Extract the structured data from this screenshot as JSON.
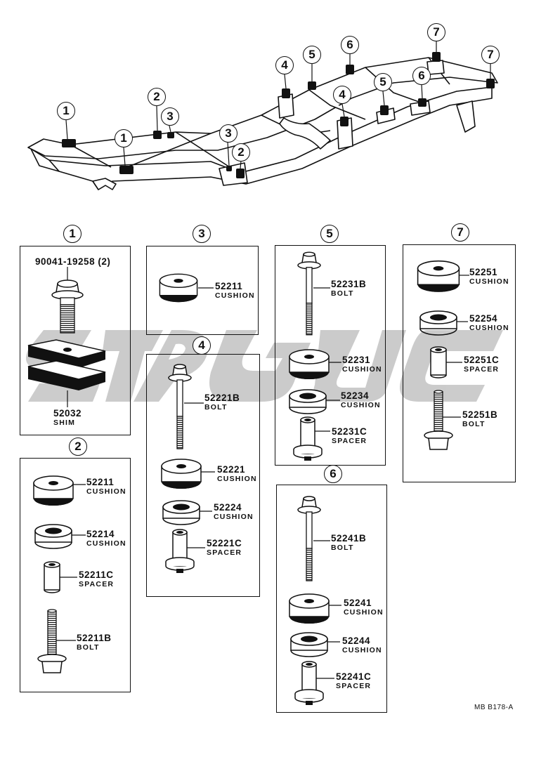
{
  "callouts": {
    "c1": "1",
    "c2": "2",
    "c3": "3",
    "c4": "4",
    "c5": "5",
    "c6": "6",
    "c7": "7"
  },
  "group1": {
    "bolt_no": "90041-19258 (2)",
    "shim_no": "52032",
    "shim_desc": "SHIM"
  },
  "group2": {
    "p1_no": "52211",
    "p1_desc": "CUSHION",
    "p2_no": "52214",
    "p2_desc": "CUSHION",
    "p3_no": "52211C",
    "p3_desc": "SPACER",
    "p4_no": "52211B",
    "p4_desc": "BOLT"
  },
  "group3": {
    "p1_no": "52211",
    "p1_desc": "CUSHION"
  },
  "group4": {
    "p1_no": "52221B",
    "p1_desc": "BOLT",
    "p2_no": "52221",
    "p2_desc": "CUSHION",
    "p3_no": "52224",
    "p3_desc": "CUSHION",
    "p4_no": "52221C",
    "p4_desc": "SPACER"
  },
  "group5": {
    "p1_no": "52231B",
    "p1_desc": "BOLT",
    "p2_no": "52231",
    "p2_desc": "CUSHION",
    "p3_no": "52234",
    "p3_desc": "CUSHION",
    "p4_no": "52231C",
    "p4_desc": "SPACER"
  },
  "group6": {
    "p1_no": "52241B",
    "p1_desc": "BOLT",
    "p2_no": "52241",
    "p2_desc": "CUSHION",
    "p3_no": "52244",
    "p3_desc": "CUSHION",
    "p4_no": "52241C",
    "p4_desc": "SPACER"
  },
  "group7": {
    "p1_no": "52251",
    "p1_desc": "CUSHION",
    "p2_no": "52254",
    "p2_desc": "CUSHION",
    "p3_no": "52251C",
    "p3_desc": "SPACER",
    "p4_no": "52251B",
    "p4_desc": "BOLT"
  },
  "figure_code": "MB B178-A",
  "colors": {
    "ink": "#111111",
    "watermark": "#c8c8c8",
    "background": "#ffffff"
  }
}
